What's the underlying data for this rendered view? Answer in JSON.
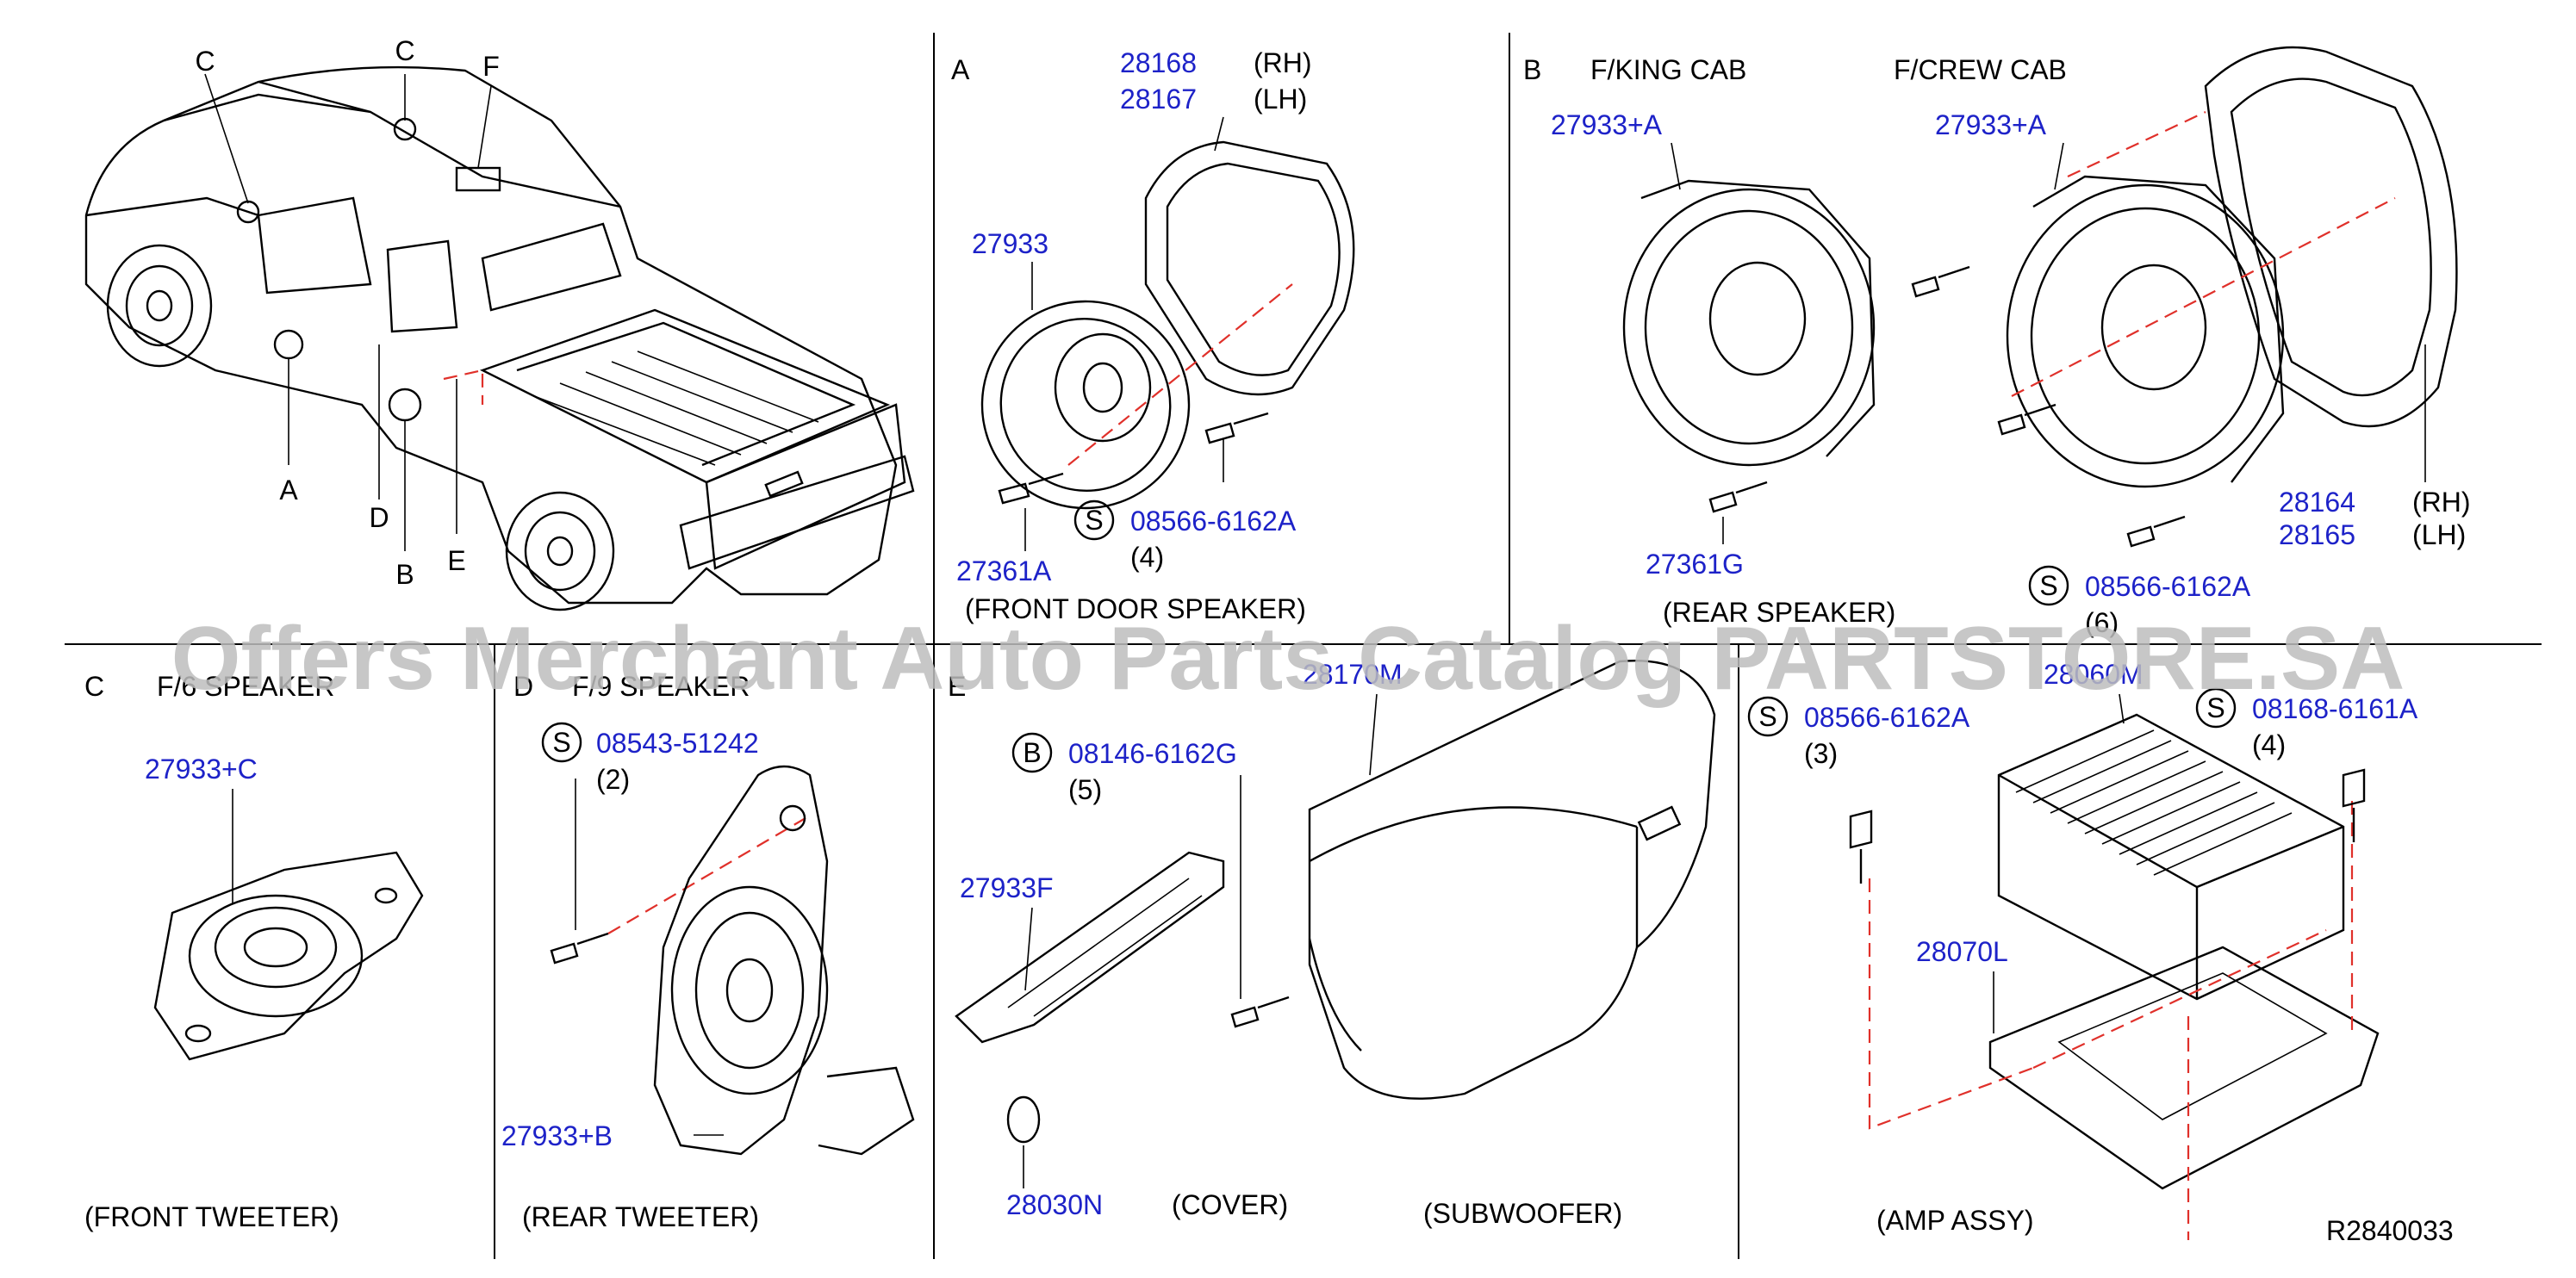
{
  "watermark": "Offers Merchant Auto Parts Catalog PARTSTORE.SA",
  "ref_code": "R2840033",
  "truck": {
    "callouts": [
      "C",
      "C",
      "F",
      "A",
      "D",
      "B",
      "E"
    ]
  },
  "panel_a": {
    "letter": "A",
    "parts": {
      "bracket_rh": "28168",
      "bracket_rh_side": "(RH)",
      "bracket_lh": "28167",
      "bracket_lh_side": "(LH)",
      "speaker": "27933",
      "screw": "27361A",
      "bolt": "08566-6162A",
      "bolt_qty": "(4)",
      "bolt_mark": "S"
    },
    "caption": "(FRONT   DOOR   SPEAKER)"
  },
  "panel_b": {
    "letter": "B",
    "king_cab": "F/KING   CAB",
    "crew_cab": "F/CREW   CAB",
    "parts": {
      "speaker_king": "27933+A",
      "speaker_crew": "27933+A",
      "screw": "27361G",
      "bracket_rh": "28164",
      "bracket_rh_side": "(RH)",
      "bracket_lh": "28165",
      "bracket_lh_side": "(LH)",
      "bolt": "08566-6162A",
      "bolt_qty": "(6)",
      "bolt_mark": "S"
    },
    "caption": "(REAR   SPEAKER)"
  },
  "panel_c": {
    "letter": "C",
    "title": "F/6   SPEAKER",
    "part": "27933+C",
    "caption": "(FRONT   TWEETER)"
  },
  "panel_d": {
    "letter": "D",
    "title": "F/9   SPEAKER",
    "bolt": "08543-51242",
    "bolt_qty": "(2)",
    "bolt_mark": "S",
    "part": "27933+B",
    "caption": "(REAR   TWEETER)"
  },
  "panel_e": {
    "letter": "E",
    "subwoofer": "28170M",
    "bolt": "08146-6162G",
    "bolt_qty": "(5)",
    "bolt_mark": "B",
    "bracket": "27933F",
    "cover": "28030N",
    "cover_caption": "(COVER)",
    "caption": "(SUBWOOFER)"
  },
  "panel_amp": {
    "amp": "28060M",
    "bolt_left": "08566-6162A",
    "bolt_left_qty": "(3)",
    "bolt_left_mark": "S",
    "bolt_right": "08168-6161A",
    "bolt_right_qty": "(4)",
    "bolt_right_mark": "S",
    "bracket": "28070L",
    "caption": "(AMP   ASSY)"
  }
}
